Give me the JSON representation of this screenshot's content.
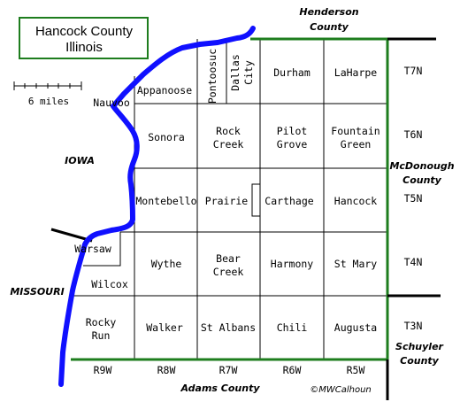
{
  "title": {
    "line1": "Hancock County",
    "line2": "Illinois"
  },
  "scale": {
    "label": "6 miles"
  },
  "neighbors": {
    "henderson": [
      "Henderson",
      "County"
    ],
    "mcdonough": [
      "McDonough",
      "County"
    ],
    "schuyler": [
      "Schuyler",
      "County"
    ],
    "adams": "Adams County",
    "iowa": "IOWA",
    "missouri": "MISSOURI"
  },
  "credit": "©MWCalhoun",
  "townships_T7N": {
    "appanoose": "Appanoose",
    "pontoosuc": "Pontoosuc",
    "dallas_city": [
      "Dallas",
      "City"
    ],
    "durham": "Durham",
    "laharpe": "LaHarpe"
  },
  "townships_T6N": {
    "nauvoo": "Nauvoo",
    "sonora": "Sonora",
    "rock_creek": [
      "Rock",
      "Creek"
    ],
    "pilot_grove": [
      "Pilot",
      "Grove"
    ],
    "fountain_green": [
      "Fountain",
      "Green"
    ]
  },
  "townships_T5N": {
    "montebello": "Montebello",
    "prairie": "Prairie",
    "carthage": "Carthage",
    "hancock": "Hancock"
  },
  "townships_T4N": {
    "warsaw": "Warsaw",
    "wilcox": "Wilcox",
    "wythe": "Wythe",
    "bear_creek": [
      "Bear",
      "Creek"
    ],
    "harmony": "Harmony",
    "st_mary": "St Mary"
  },
  "townships_T3N": {
    "rocky_run": [
      "Rocky",
      "Run"
    ],
    "walker": "Walker",
    "st_albans": "St Albans",
    "chili": "Chili",
    "augusta": "Augusta"
  },
  "tiers": [
    "T7N",
    "T6N",
    "T5N",
    "T4N",
    "T3N"
  ],
  "ranges": [
    "R9W",
    "R8W",
    "R7W",
    "R6W",
    "R5W"
  ],
  "colors": {
    "river": "#1010ff",
    "boundary": "#1e7d1e",
    "lines": "#000000"
  }
}
